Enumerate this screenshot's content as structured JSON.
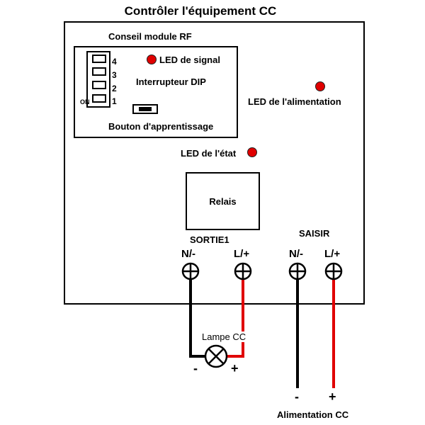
{
  "title": "Contrôler l'équipement CC",
  "rf_board": {
    "label": "Conseil module RF",
    "signal_led": "LED de signal",
    "dip_label": "Interrupteur DIP",
    "dip_numbers": [
      "4",
      "3",
      "2",
      "1"
    ],
    "dip_on": "ON",
    "learn_button": "Bouton d'apprentissage"
  },
  "power_led": "LED de l'alimentation",
  "status_led": "LED de l'état",
  "relay": "Relais",
  "output_group": "SORTIE1",
  "input_group": "SAISIR",
  "terminals": {
    "out_neg": "N/-",
    "out_pos": "L/+",
    "in_neg": "N/-",
    "in_pos": "L/+"
  },
  "lamp": {
    "label": "Lampe CC",
    "minus": "-",
    "plus": "+"
  },
  "supply": {
    "label": "Alimentation CC",
    "minus": "-",
    "plus": "+"
  },
  "colors": {
    "wire_neg": "#000000",
    "wire_pos": "#e00000",
    "led": "#e00000"
  }
}
